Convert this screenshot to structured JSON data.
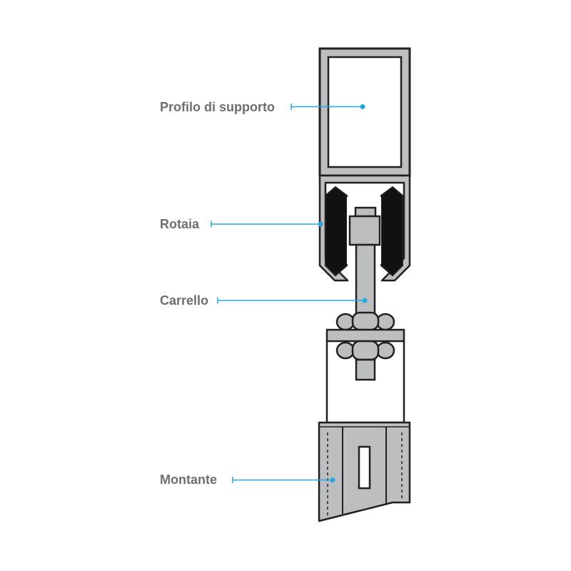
{
  "labels": {
    "support_profile": "Profilo di supporto",
    "rail": "Rotaia",
    "carriage": "Carrello",
    "upright": "Montante"
  },
  "colors": {
    "label_text": "#6d6e71",
    "leader_line": "#29a8e0",
    "outline": "#231f20",
    "metal_fill": "#bcbec0",
    "dark_part": "#111111",
    "background": "#ffffff"
  }
}
